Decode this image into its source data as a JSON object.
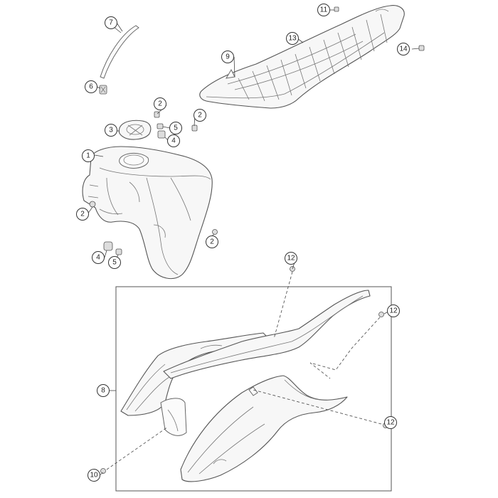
{
  "callouts": {
    "c1": "1",
    "c2a": "2",
    "c2b": "2",
    "c2c": "2",
    "c2d": "2",
    "c3": "3",
    "c4a": "4",
    "c4b": "4",
    "c5a": "5",
    "c5b": "5",
    "c6": "6",
    "c7": "7",
    "c8": "8",
    "c9": "9",
    "c10": "10",
    "c11": "11",
    "c12a": "12",
    "c12b": "12",
    "c12c": "12",
    "c13": "13",
    "c14": "14"
  }
}
